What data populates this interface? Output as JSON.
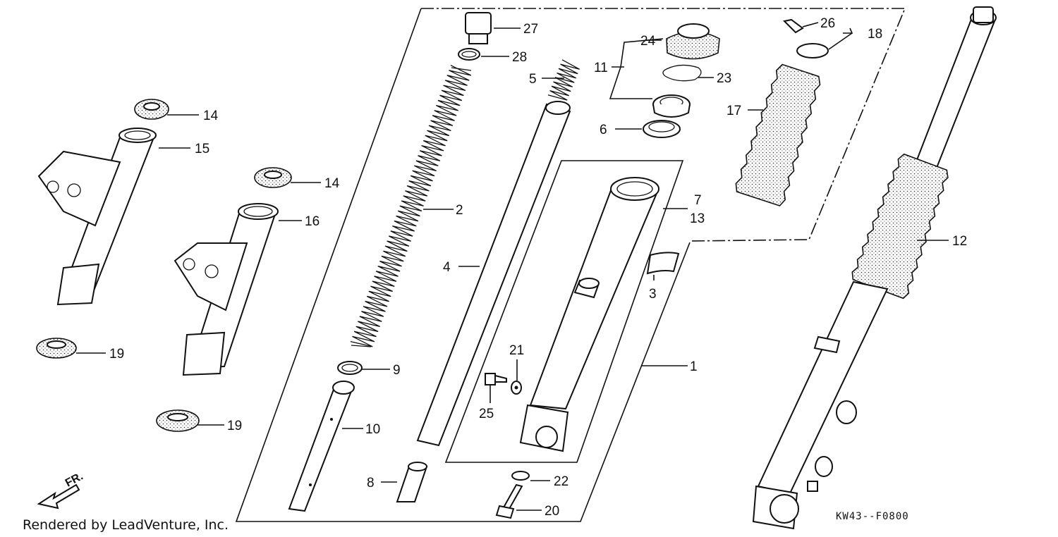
{
  "parts": [
    {
      "ref": "1"
    },
    {
      "ref": "2"
    },
    {
      "ref": "3"
    },
    {
      "ref": "4"
    },
    {
      "ref": "5"
    },
    {
      "ref": "6"
    },
    {
      "ref": "7"
    },
    {
      "ref": "8"
    },
    {
      "ref": "9"
    },
    {
      "ref": "10"
    },
    {
      "ref": "11"
    },
    {
      "ref": "12"
    },
    {
      "ref": "13"
    },
    {
      "ref": "14"
    },
    {
      "ref": "14"
    },
    {
      "ref": "15"
    },
    {
      "ref": "16"
    },
    {
      "ref": "17"
    },
    {
      "ref": "18"
    },
    {
      "ref": "19"
    },
    {
      "ref": "19"
    },
    {
      "ref": "20"
    },
    {
      "ref": "21"
    },
    {
      "ref": "22"
    },
    {
      "ref": "23"
    },
    {
      "ref": "24"
    },
    {
      "ref": "25"
    },
    {
      "ref": "26"
    },
    {
      "ref": "27"
    },
    {
      "ref": "28"
    }
  ],
  "credit": "Rendered by LeadVenture, Inc.",
  "diagram_code": "KW43--F0800",
  "direction_label": "FR."
}
